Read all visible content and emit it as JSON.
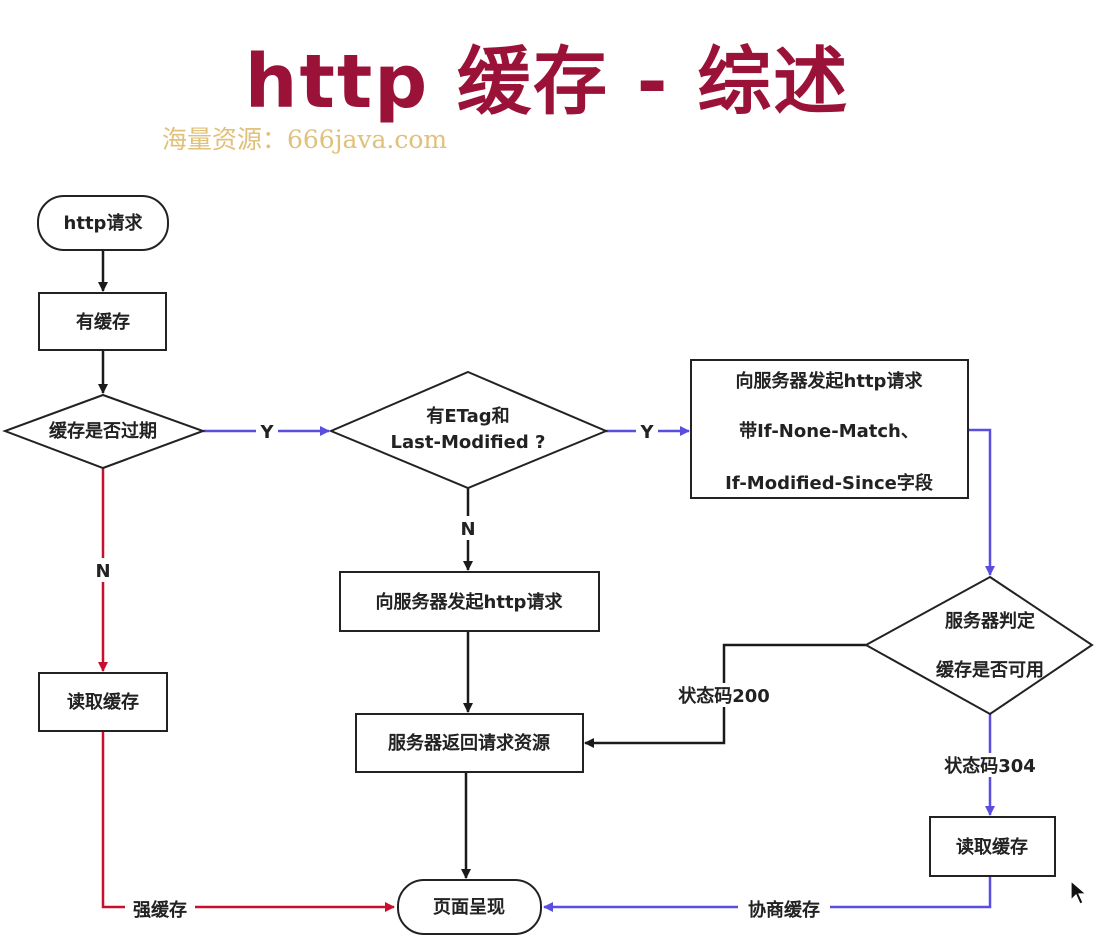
{
  "title": "http 缓存 - 综述",
  "watermark": "海量资源：666java.com",
  "colors": {
    "title": "#9b1238",
    "strong_cache_edge": "#c8102e",
    "negotiated_cache_edge": "#5a4ee0",
    "default_edge": "#1a1a1a"
  },
  "nodes": {
    "http_request": "http请求",
    "has_cache": "有缓存",
    "cache_expired": "缓存是否过期",
    "has_etag_1": "有ETag和",
    "has_etag_2": "Last-Modified ?",
    "send_request": "向服务器发起http请求",
    "send_conditional_1": "向服务器发起http请求",
    "send_conditional_2": "带If-None-Match、",
    "send_conditional_3": "If-Modified-Since字段",
    "server_decide_1": "服务器判定",
    "server_decide_2": "缓存是否可用",
    "read_cache_left": "读取缓存",
    "server_return": "服务器返回请求资源",
    "read_cache_right": "读取缓存",
    "page_render": "页面呈现"
  },
  "edge_labels": {
    "expired_yes": "Y",
    "etag_yes": "Y",
    "etag_no": "N",
    "expired_no": "N",
    "status_200": "状态码200",
    "status_304": "状态码304",
    "strong_cache": "强缓存",
    "negotiated_cache": "协商缓存"
  }
}
